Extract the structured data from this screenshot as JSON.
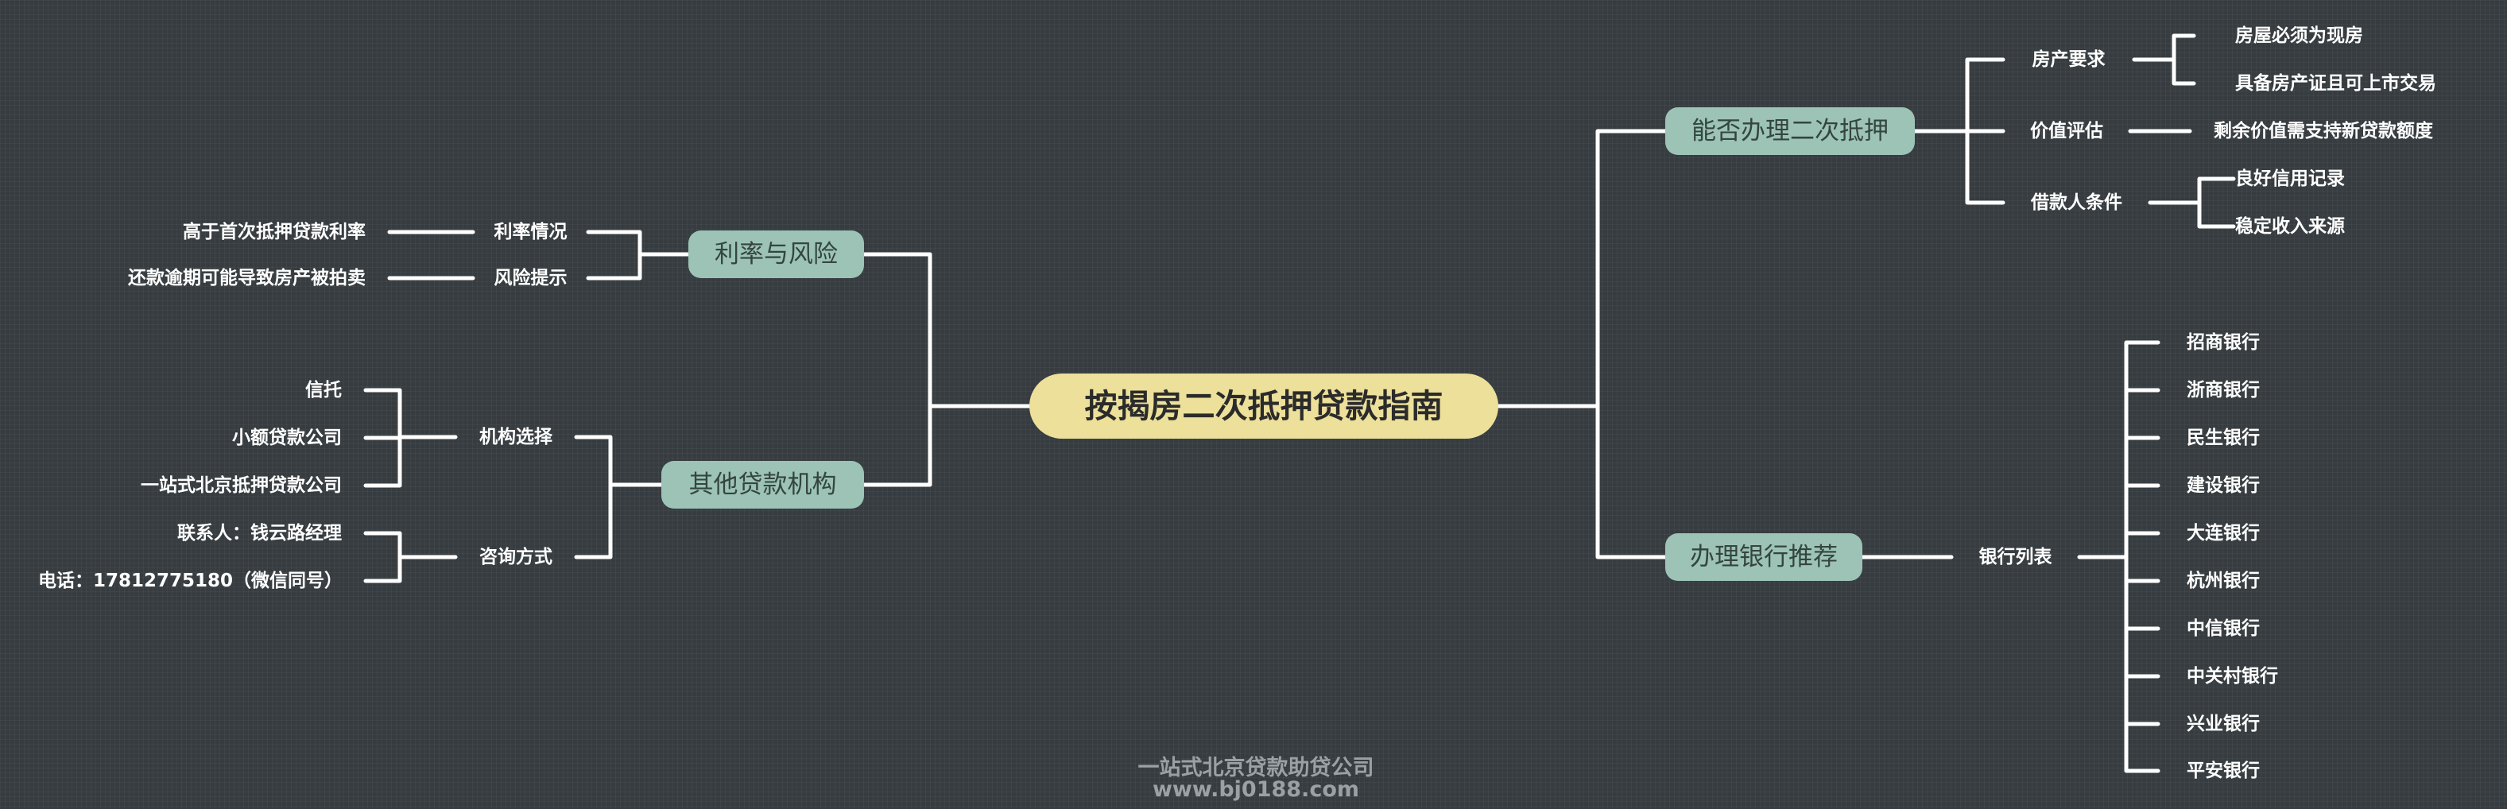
{
  "root": "按揭房二次抵押贷款指南",
  "right": {
    "eligibility": {
      "label": "能否办理二次抵押",
      "property": {
        "label": "房产要求",
        "items": [
          "房屋必须为现房",
          "具备房产证且可上市交易"
        ]
      },
      "valuation": {
        "label": "价值评估",
        "items": [
          "剩余价值需支持新贷款额度"
        ]
      },
      "borrower": {
        "label": "借款人条件",
        "items": [
          "良好信用记录",
          "稳定收入来源"
        ]
      }
    },
    "banks": {
      "label": "办理银行推荐",
      "list": {
        "label": "银行列表",
        "items": [
          "招商银行",
          "浙商银行",
          "民生银行",
          "建设银行",
          "大连银行",
          "杭州银行",
          "中信银行",
          "中关村银行",
          "兴业银行",
          "平安银行"
        ]
      }
    }
  },
  "left": {
    "rates": {
      "label": "利率与风险",
      "rate": {
        "label": "利率情况",
        "items": [
          "高于首次抵押贷款利率"
        ]
      },
      "risk": {
        "label": "风险提示",
        "items": [
          "还款逾期可能导致房产被拍卖"
        ]
      }
    },
    "others": {
      "label": "其他贷款机构",
      "choice": {
        "label": "机构选择",
        "items": [
          "信托",
          "小额贷款公司",
          "一站式北京抵押贷款公司"
        ]
      },
      "contact": {
        "label": "咨询方式",
        "items": [
          "联系人：钱云路经理",
          "电话：17812775180（微信同号）"
        ]
      }
    }
  },
  "footer": {
    "line1": "一站式北京贷款助贷公司",
    "line2": "www.bj0188.com"
  }
}
